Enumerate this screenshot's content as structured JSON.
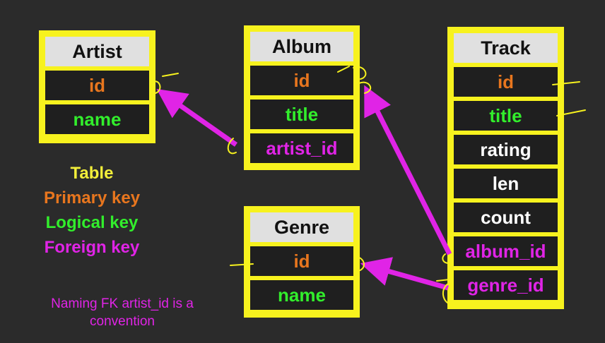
{
  "tables": {
    "artist": {
      "title": "Artist",
      "rows": [
        "id",
        "name"
      ]
    },
    "album": {
      "title": "Album",
      "rows": [
        "id",
        "title",
        "artist_id"
      ]
    },
    "track": {
      "title": "Track",
      "rows": [
        "id",
        "title",
        "rating",
        "len",
        "count",
        "album_id",
        "genre_id"
      ]
    },
    "genre": {
      "title": "Genre",
      "rows": [
        "id",
        "name"
      ]
    }
  },
  "legend": {
    "table": "Table",
    "primary_key": "Primary key",
    "logical_key": "Logical key",
    "foreign_key": "Foreign key"
  },
  "note": "Naming FK artist_id is a convention",
  "colors": {
    "background": "#2b2b2b",
    "table_border": "#f7f21e",
    "header_bg": "#e0e0e0",
    "primary_key": "#e8761e",
    "logical_key": "#32ee2c",
    "foreign_key": "#e024e6",
    "plain": "#ffffff"
  }
}
